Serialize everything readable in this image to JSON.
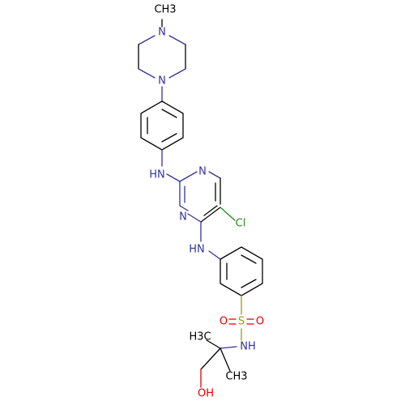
{
  "molecule": {
    "colors": {
      "carbon": "#000000",
      "nitrogen": "#33339a",
      "oxygen": "#e00000",
      "sulfur": "#9a9a1a",
      "chlorine": "#1e8c1e"
    },
    "labels": {
      "methyl_top": "CH3",
      "n_pip_top": "N",
      "n_pip_bottom": "N",
      "nh_aniline": "HN",
      "n_pyr_top": "N",
      "n_pyr_left": "N",
      "cl": "Cl",
      "nh_bridge": "HN",
      "s": "S",
      "o_left": "O",
      "o_right": "O",
      "nh_sulfonamide": "NH",
      "h3c": "H3C",
      "ch3": "CH3",
      "oh": "OH"
    }
  }
}
